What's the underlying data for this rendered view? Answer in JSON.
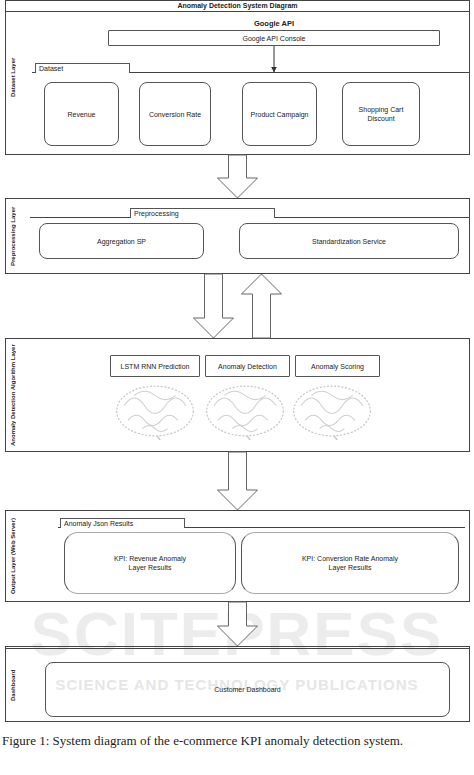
{
  "diagram": {
    "title": "Anomaly Detection System Diagram",
    "caption": "Figure 1: System diagram of the e-commerce KPI anomaly detection system.",
    "nodes": [
      {
        "text": [
          "Dataset Layer"
        ]
      },
      {
        "text": [
          "Google API",
          "Google API Console"
        ],
        "in": 0
      },
      {
        "text": [
          "Dataset"
        ],
        "in": 0
      },
      {
        "text": [
          "Revenue"
        ],
        "in": 2
      },
      {
        "text": [
          "Conversion Rate"
        ],
        "in": 2
      },
      {
        "text": [
          "Product Campaign"
        ],
        "in": 2
      },
      {
        "text": [
          "Shopping Cart Discount"
        ],
        "in": 2
      },
      {
        "text": [
          "Preprocessing Layer"
        ]
      },
      {
        "text": [
          "Preprocessing"
        ],
        "in": 7
      },
      {
        "text": [
          "Aggregation SP"
        ],
        "in": 8
      },
      {
        "text": [
          "Standardization Service"
        ],
        "in": 8
      },
      {
        "text": [
          "Anomaly Detection Algorithm Layer"
        ]
      },
      {
        "text": [
          "LSTM RNN Prediction"
        ],
        "in": 11
      },
      {
        "text": [
          "Anomaly Detection"
        ],
        "in": 11
      },
      {
        "text": [
          "Anomaly Scoring"
        ],
        "in": 11
      },
      {
        "text": [
          "Output Layer (Web Server)"
        ]
      },
      {
        "text": [
          "Anomaly Json Results"
        ],
        "in": 15
      },
      {
        "text": [
          "KPI: Revenue Anomaly Layer Results"
        ],
        "in": 16
      },
      {
        "text": [
          "KPI: Conversion Rate Anomaly Layer Results"
        ],
        "in": 16
      },
      {
        "text": [
          "Dashboard"
        ]
      },
      {
        "text": [
          "Customer Dashboard"
        ],
        "in": 19
      }
    ],
    "edges": [
      {
        "from": 1,
        "to": 2,
        "arrow": "to"
      },
      {
        "from": 0,
        "to": 7,
        "arrow": "to"
      },
      {
        "from": 7,
        "to": 11,
        "arrow": "to"
      },
      {
        "from": 11,
        "to": 7,
        "arrow": "to"
      },
      {
        "from": 11,
        "to": 15,
        "arrow": "to"
      },
      {
        "from": 15,
        "to": 19,
        "arrow": "to"
      }
    ],
    "labels": [
      "SCITEPRESS",
      "SCIENCE AND TECHNOLOGY PUBLICATIONS"
    ]
  }
}
